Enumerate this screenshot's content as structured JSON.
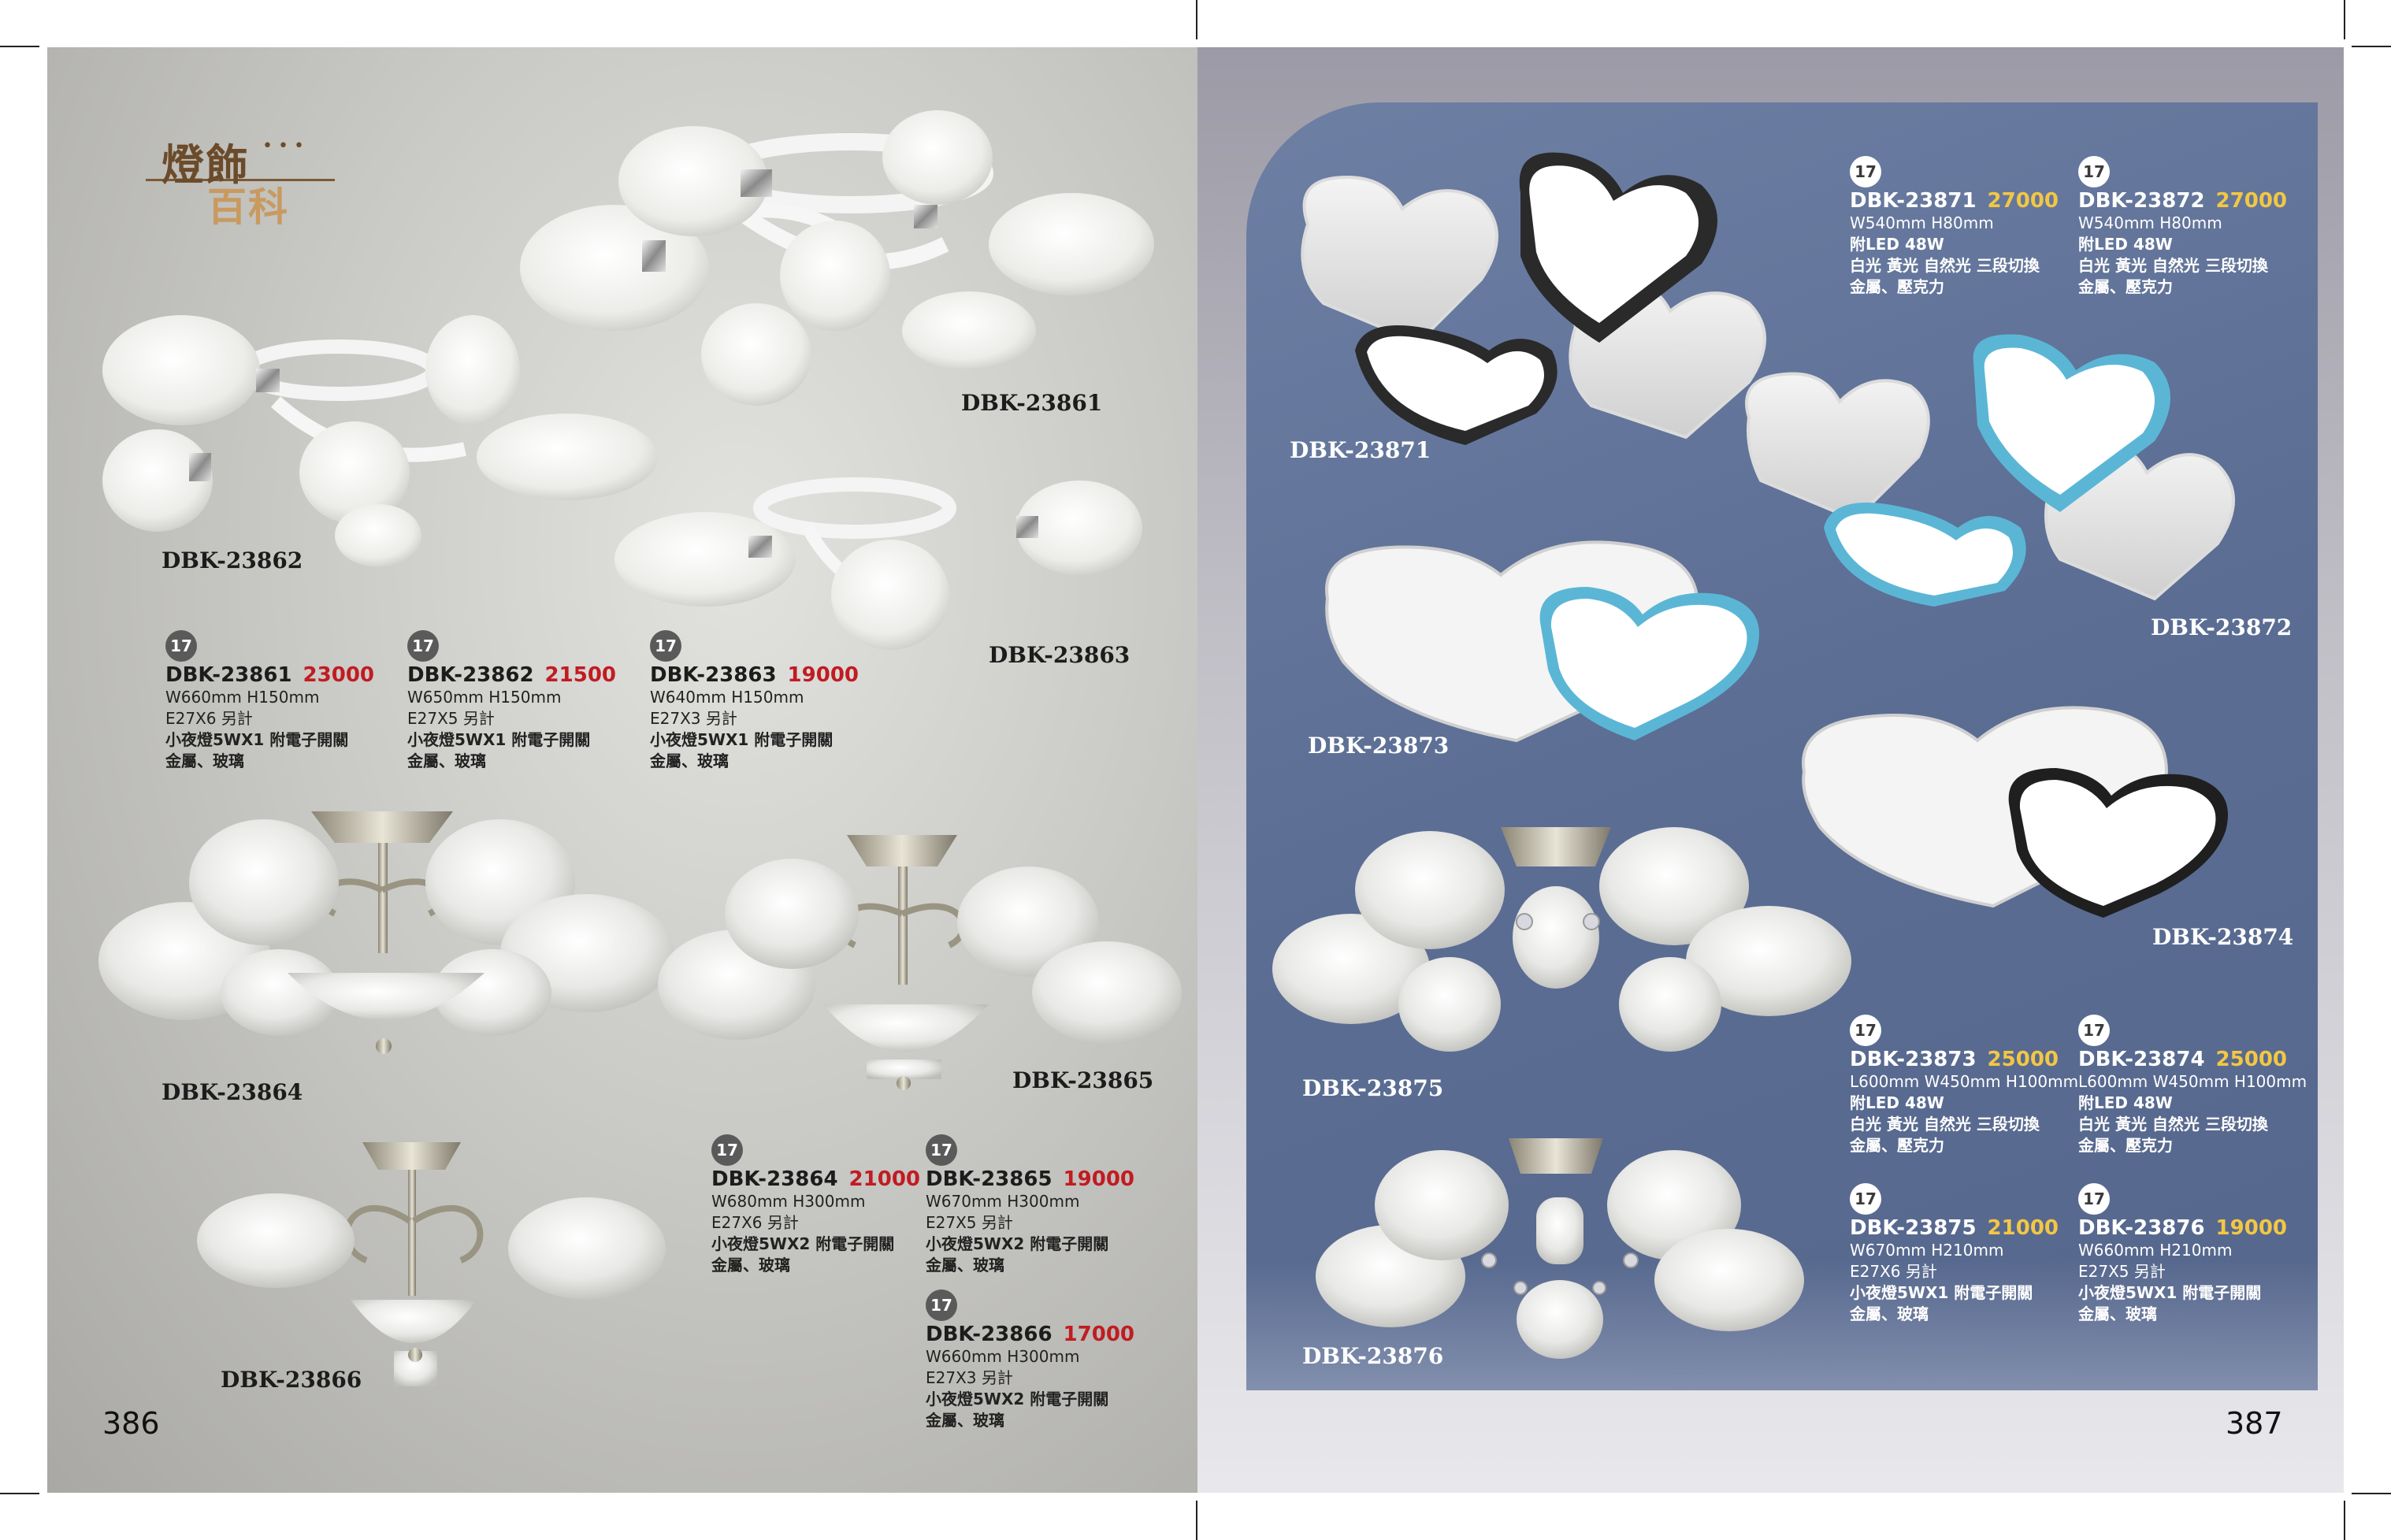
{
  "logo": {
    "line1": "燈飾",
    "line2": "百科"
  },
  "left_page": {
    "page_number": "386",
    "labels": {
      "DBK-23861": "DBK-23861",
      "DBK-23862": "DBK-23862",
      "DBK-23863": "DBK-23863",
      "DBK-23864": "DBK-23864",
      "DBK-23865": "DBK-23865",
      "DBK-23866": "DBK-23866"
    },
    "specs": [
      {
        "badge": "17",
        "code": "DBK-23861",
        "price": "23000",
        "lines": [
          "W660mm H150mm",
          "E27X6 另計",
          "小夜燈5WX1 附電子開關",
          "金屬、玻璃"
        ]
      },
      {
        "badge": "17",
        "code": "DBK-23862",
        "price": "21500",
        "lines": [
          "W650mm H150mm",
          "E27X5 另計",
          "小夜燈5WX1 附電子開關",
          "金屬、玻璃"
        ]
      },
      {
        "badge": "17",
        "code": "DBK-23863",
        "price": "19000",
        "lines": [
          "W640mm H150mm",
          "E27X3 另計",
          "小夜燈5WX1 附電子開關",
          "金屬、玻璃"
        ]
      },
      {
        "badge": "17",
        "code": "DBK-23864",
        "price": "21000",
        "lines": [
          "W680mm H300mm",
          "E27X6 另計",
          "小夜燈5WX2 附電子開關",
          "金屬、玻璃"
        ]
      },
      {
        "badge": "17",
        "code": "DBK-23865",
        "price": "19000",
        "lines": [
          "W670mm H300mm",
          "E27X5 另計",
          "小夜燈5WX2 附電子開關",
          "金屬、玻璃"
        ]
      },
      {
        "badge": "17",
        "code": "DBK-23866",
        "price": "17000",
        "lines": [
          "W660mm H300mm",
          "E27X3 另計",
          "小夜燈5WX2 附電子開關",
          "金屬、玻璃"
        ]
      }
    ]
  },
  "right_page": {
    "page_number": "387",
    "labels": {
      "DBK-23871": "DBK-23871",
      "DBK-23872": "DBK-23872",
      "DBK-23873": "DBK-23873",
      "DBK-23874": "DBK-23874",
      "DBK-23875": "DBK-23875",
      "DBK-23876": "DBK-23876"
    },
    "specs": [
      {
        "badge": "17",
        "code": "DBK-23871",
        "price": "27000",
        "lines": [
          "W540mm H80mm",
          "附LED 48W",
          "白光 黃光 自然光 三段切換",
          "金屬、壓克力"
        ]
      },
      {
        "badge": "17",
        "code": "DBK-23872",
        "price": "27000",
        "lines": [
          "W540mm H80mm",
          "附LED 48W",
          "白光 黃光 自然光 三段切換",
          "金屬、壓克力"
        ]
      },
      {
        "badge": "17",
        "code": "DBK-23873",
        "price": "25000",
        "lines": [
          "L600mm W450mm H100mm",
          "附LED 48W",
          "白光 黃光 自然光 三段切換",
          "金屬、壓克力"
        ]
      },
      {
        "badge": "17",
        "code": "DBK-23874",
        "price": "25000",
        "lines": [
          "L600mm W450mm H100mm",
          "附LED 48W",
          "白光 黃光 自然光 三段切換",
          "金屬、壓克力"
        ]
      },
      {
        "badge": "17",
        "code": "DBK-23875",
        "price": "21000",
        "lines": [
          "W670mm H210mm",
          "E27X6 另計",
          "小夜燈5WX1 附電子開關",
          "金屬、玻璃"
        ]
      },
      {
        "badge": "17",
        "code": "DBK-23876",
        "price": "19000",
        "lines": [
          "W660mm H210mm",
          "E27X5 另計",
          "小夜燈5WX1 附電子開關",
          "金屬、玻璃"
        ]
      }
    ]
  },
  "colors": {
    "price_red": "#c01c22",
    "price_gold": "#f2c744",
    "panel_blue": "#5b6d93",
    "accent_blue": "#5bb6d6"
  }
}
